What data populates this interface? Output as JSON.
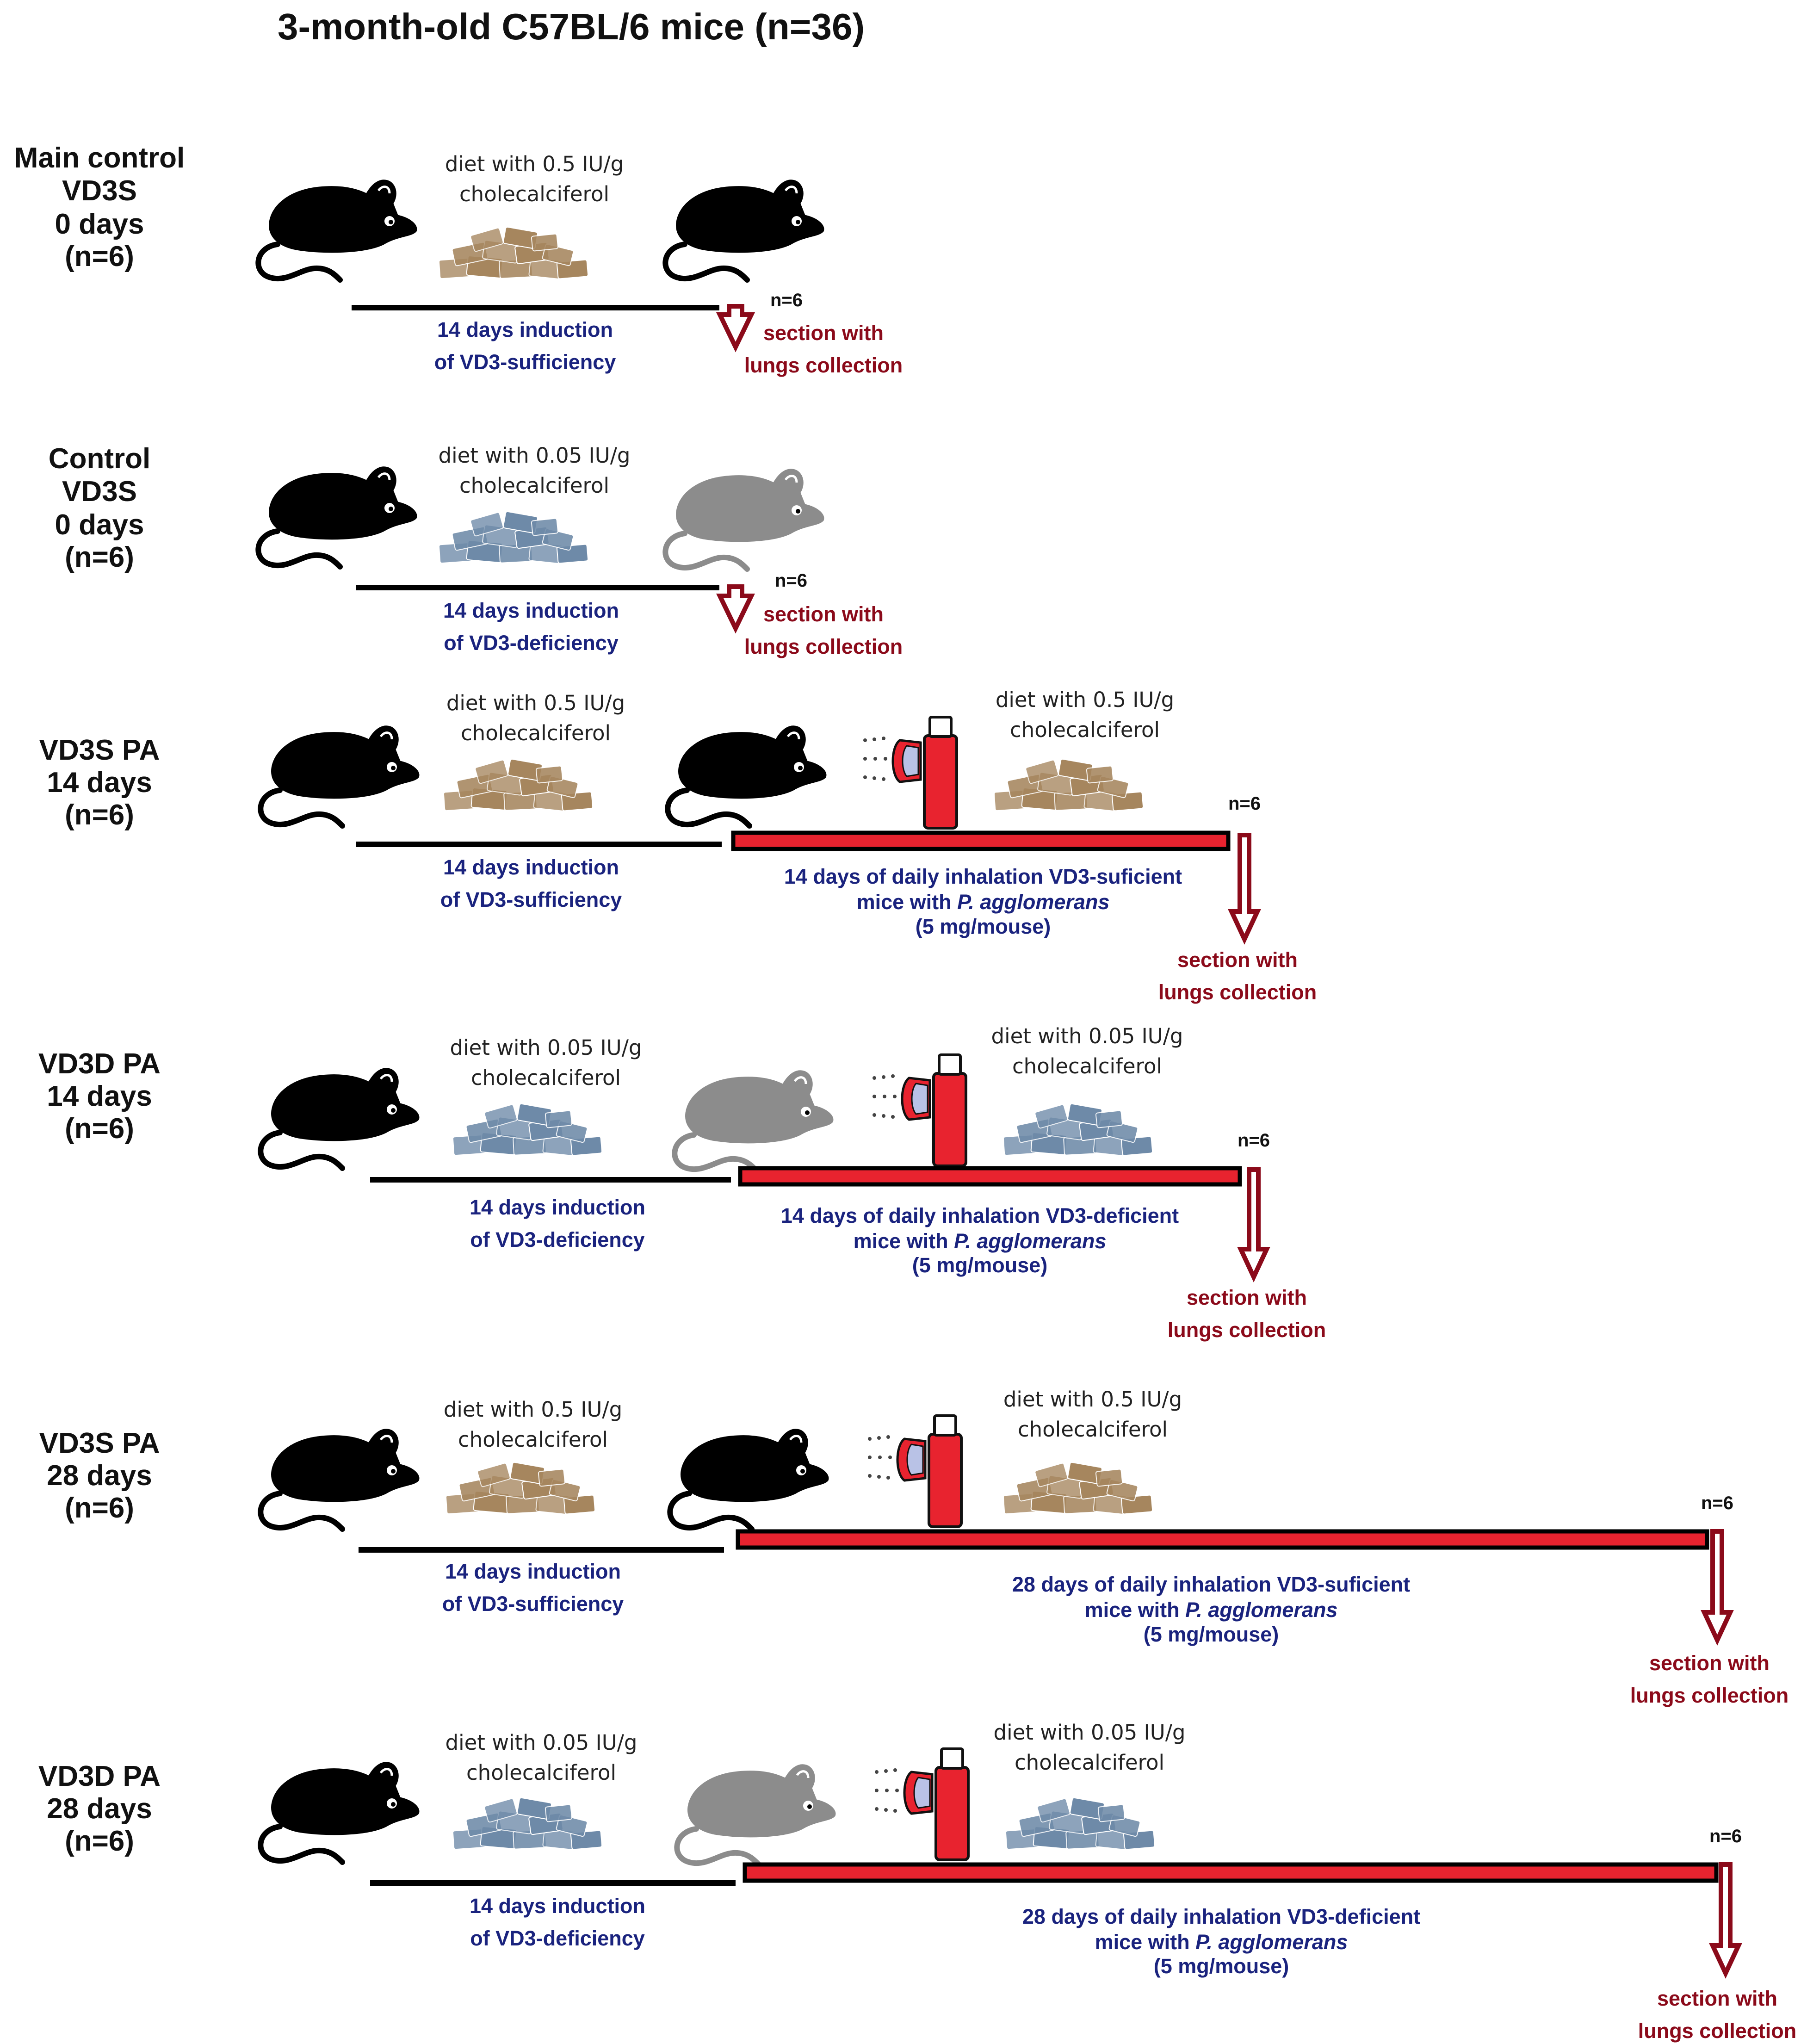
{
  "title": "3-month-old C57BL/6 mice (n=36)",
  "colors": {
    "black_mouse": "#000000",
    "gray_mouse": "#8c8c8c",
    "sufficient_pellets": "#a6865e",
    "deficient_pellets": "#6e8aa8",
    "inhalation_bar": "#e8232f",
    "arrow": "#8b0a1a",
    "phase_text": "#1a237e",
    "collection_text": "#8b0a1a"
  },
  "icons": [
    "mouse-icon",
    "food-pellets-icon",
    "inhaler-icon",
    "down-arrow-icon"
  ],
  "groups": [
    {
      "name_lines": [
        "Main control",
        "VD3S",
        "0 days",
        "(n=6)"
      ],
      "diet": {
        "line1": "diet with 0.5 IU/g",
        "line2": "cholecalciferol"
      },
      "induction": {
        "line1": "14 days induction",
        "line2": "of VD3-sufficiency"
      },
      "n_label": "n=6",
      "collection": {
        "line1": "section with",
        "line2": "lungs collection"
      }
    },
    {
      "name_lines": [
        "Control",
        "VD3S",
        "0 days",
        "(n=6)"
      ],
      "diet": {
        "line1": "diet with 0.05 IU/g",
        "line2": "cholecalciferol"
      },
      "induction": {
        "line1": "14 days induction",
        "line2": "of VD3-deficiency"
      },
      "n_label": "n=6",
      "collection": {
        "line1": "section with",
        "line2": "lungs collection"
      }
    },
    {
      "name_lines": [
        "VD3S PA",
        "14 days",
        "(n=6)"
      ],
      "diet": {
        "line1": "diet with 0.5 IU/g",
        "line2": "cholecalciferol"
      },
      "induction": {
        "line1": "14 days induction",
        "line2": "of VD3-sufficiency"
      },
      "diet2": {
        "line1": "diet with 0.5 IU/g",
        "line2": "cholecalciferol"
      },
      "inhalation": {
        "line1": "14 days of daily inhalation VD3-suficient",
        "line2_pre": "mice with ",
        "line2_italic": "P. agglomerans",
        "line3": "(5 mg/mouse)"
      },
      "n_label": "n=6",
      "collection": {
        "line1": "section with",
        "line2": "lungs collection"
      }
    },
    {
      "name_lines": [
        "VD3D PA",
        "14 days",
        "(n=6)"
      ],
      "diet": {
        "line1": "diet with 0.05 IU/g",
        "line2": "cholecalciferol"
      },
      "induction": {
        "line1": "14 days induction",
        "line2": "of VD3-deficiency"
      },
      "diet2": {
        "line1": "diet with 0.05 IU/g",
        "line2": "cholecalciferol"
      },
      "inhalation": {
        "line1": "14 days of daily inhalation VD3-deficient",
        "line2_pre": "mice with ",
        "line2_italic": "P. agglomerans",
        "line3": "(5 mg/mouse)"
      },
      "n_label": "n=6",
      "collection": {
        "line1": "section with",
        "line2": "lungs collection"
      }
    },
    {
      "name_lines": [
        "VD3S PA",
        "28 days",
        "(n=6)"
      ],
      "diet": {
        "line1": "diet with 0.5 IU/g",
        "line2": "cholecalciferol"
      },
      "induction": {
        "line1": "14 days induction",
        "line2": "of VD3-sufficiency"
      },
      "diet2": {
        "line1": "diet with 0.5 IU/g",
        "line2": "cholecalciferol"
      },
      "inhalation": {
        "line1": "28 days of daily inhalation VD3-suficient",
        "line2_pre": "mice with ",
        "line2_italic": "P. agglomerans",
        "line3": "(5 mg/mouse)"
      },
      "n_label": "n=6",
      "collection": {
        "line1": "section with",
        "line2": "lungs collection"
      }
    },
    {
      "name_lines": [
        "VD3D PA",
        "28 days",
        "(n=6)"
      ],
      "diet": {
        "line1": "diet with 0.05 IU/g",
        "line2": "cholecalciferol"
      },
      "induction": {
        "line1": "14 days induction",
        "line2": "of VD3-deficiency"
      },
      "diet2": {
        "line1": "diet with 0.05 IU/g",
        "line2": "cholecalciferol"
      },
      "inhalation": {
        "line1": "28 days of daily inhalation VD3-deficient",
        "line2_pre": "mice with ",
        "line2_italic": "P. agglomerans",
        "line3": "(5 mg/mouse)"
      },
      "n_label": "n=6",
      "collection": {
        "line1": "section with",
        "line2": "lungs collection"
      }
    }
  ]
}
